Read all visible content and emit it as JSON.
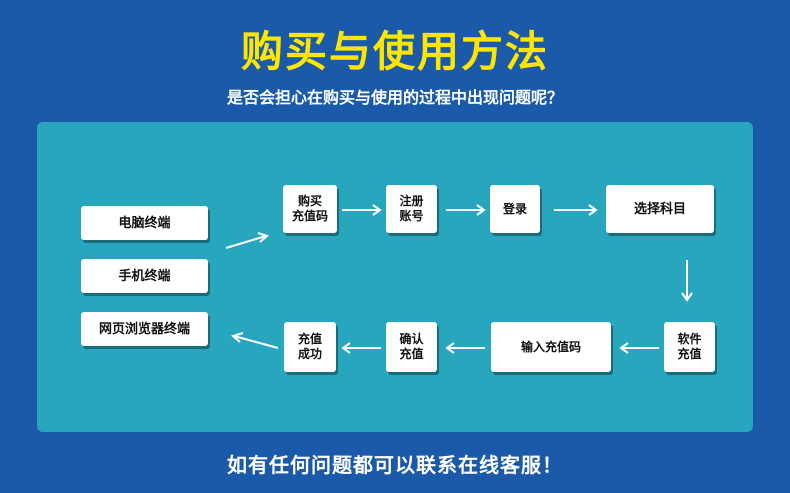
{
  "header": {
    "title": "购买与使用方法",
    "subtitle": "是否会担心在购买与使用的过程中出现问题呢？"
  },
  "terminals": [
    "电脑终端",
    "手机终端",
    "网页浏览器终端"
  ],
  "steps_top": [
    "购买\n充值码",
    "注册\n账号",
    "登录",
    "选择科目"
  ],
  "steps_bottom": [
    "软件\n充值",
    "输入充值码",
    "确认\n充值",
    "充值\n成功"
  ],
  "footer": {
    "text": "如有任何问题都可以联系在线客服！"
  },
  "colors": {
    "background": "#1a5aa8",
    "panel": "#28a6bd",
    "title": "#ffe600"
  }
}
